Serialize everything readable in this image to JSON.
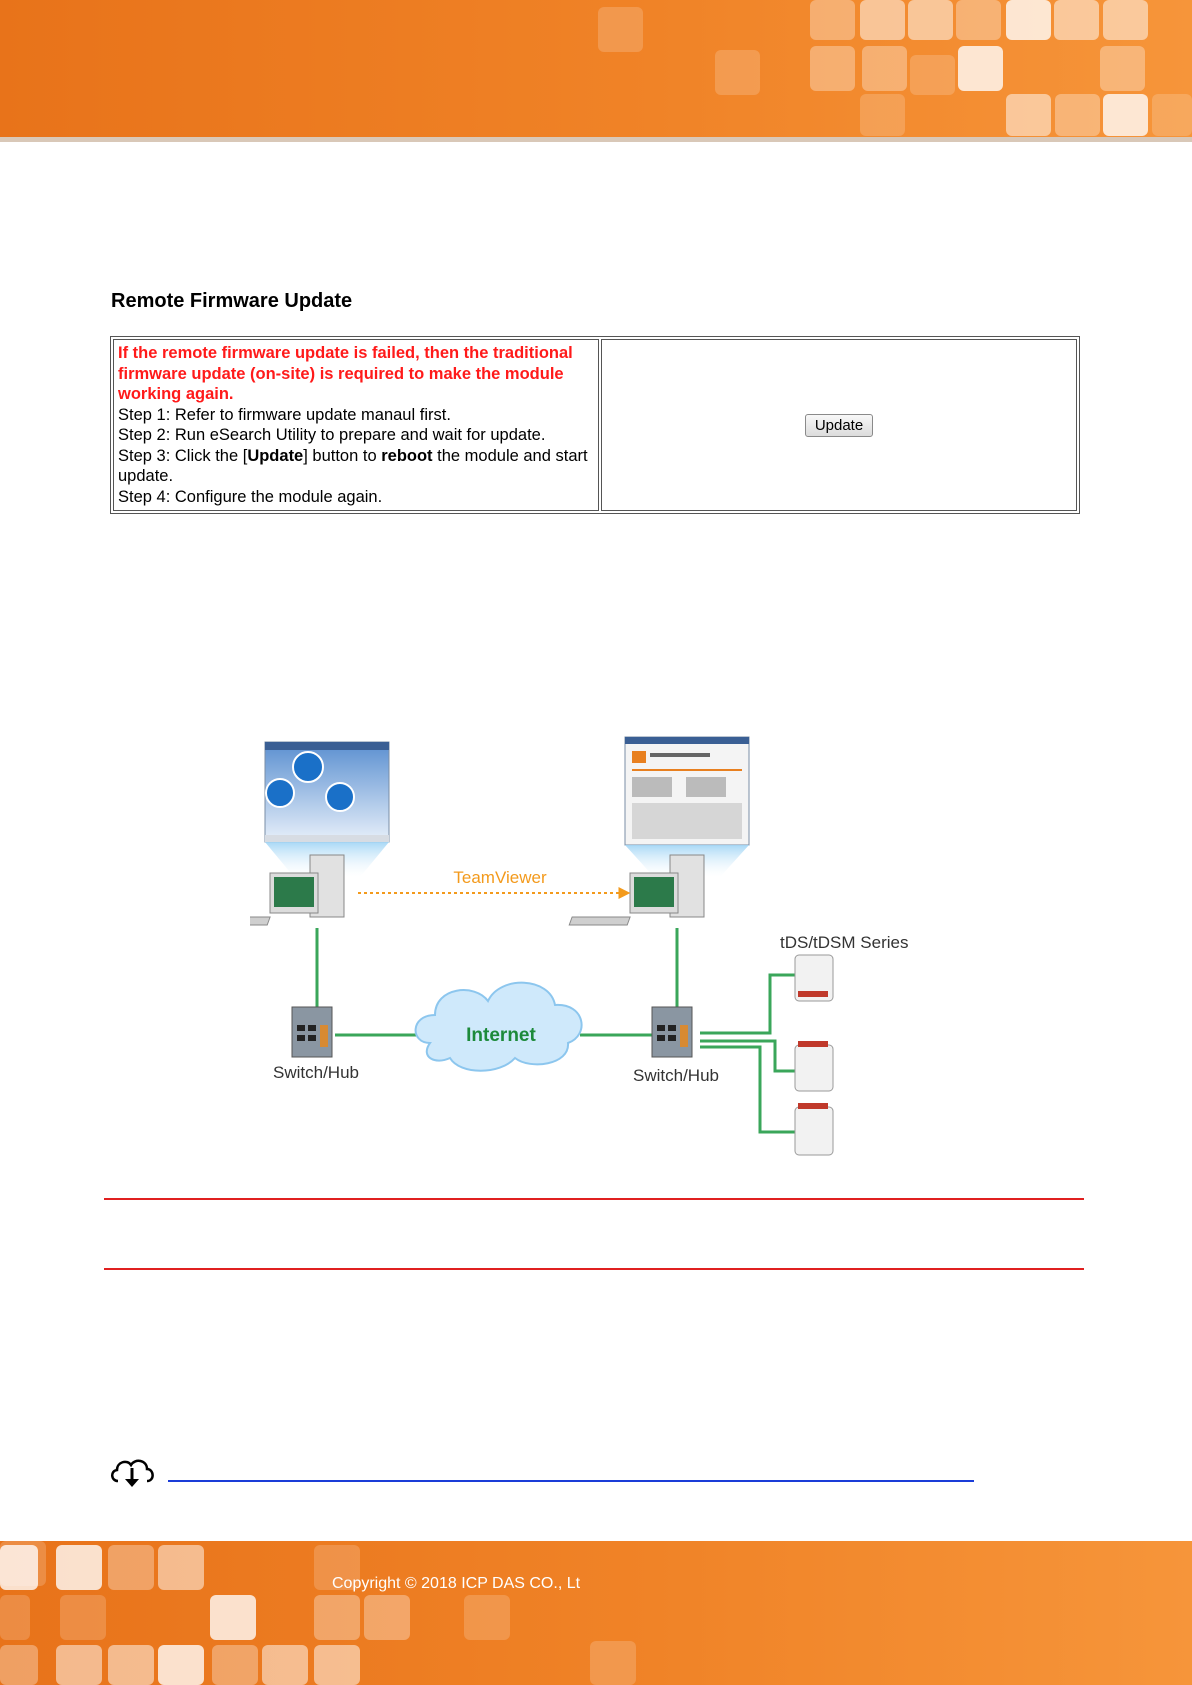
{
  "section": {
    "title": "Remote Firmware Update"
  },
  "firmware_box": {
    "warning": "If the remote firmware update is failed, then the traditional firmware update (on-site) is required to make the module working again.",
    "step1": "Step 1: Refer to firmware update manaul first.",
    "step2": "Step 2: Run eSearch Utility to prepare and wait for update.",
    "step3_prefix": "Step 3: Click the [",
    "step3_bold1": "Update",
    "step3_mid": "] button to ",
    "step3_bold2": "reboot",
    "step3_suffix": " the module and start update.",
    "step4": "Step 4: Configure the module again.",
    "update_button": "Update"
  },
  "diagram": {
    "connection_label": "TeamViewer",
    "cloud_label": "Internet",
    "left_switch_label": "Switch/Hub",
    "right_switch_label": "Switch/Hub",
    "devices_label": "tDS/tDSM Series",
    "colors": {
      "cable": "#3aa65a",
      "connection": "#f39a1c",
      "cloud": "#cfe9fb",
      "cloud_text": "#1c8a3a"
    }
  },
  "footer": {
    "copyright": "Copyright © 2018 ICP DAS CO., Lt"
  },
  "download": {
    "icon": "cloud-download-icon"
  },
  "colors": {
    "brand_orange": "#f08327",
    "warning_red": "#ff1a1a",
    "rule_red": "#e02020",
    "link_blue": "#1a3cd8"
  }
}
